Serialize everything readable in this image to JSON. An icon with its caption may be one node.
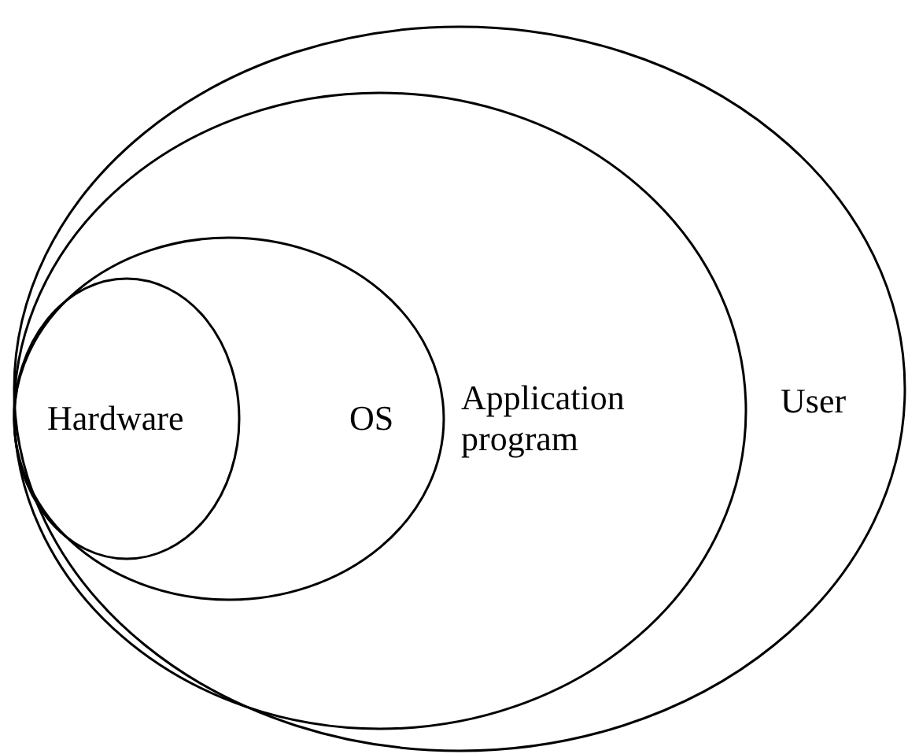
{
  "diagram": {
    "nodes": [
      {
        "text": [
          "User"
        ]
      },
      {
        "text": [
          "Application program"
        ],
        "in": 0
      },
      {
        "text": [
          "OS"
        ],
        "in": 1
      },
      {
        "text": [
          "Hardware"
        ],
        "in": 2
      }
    ]
  }
}
